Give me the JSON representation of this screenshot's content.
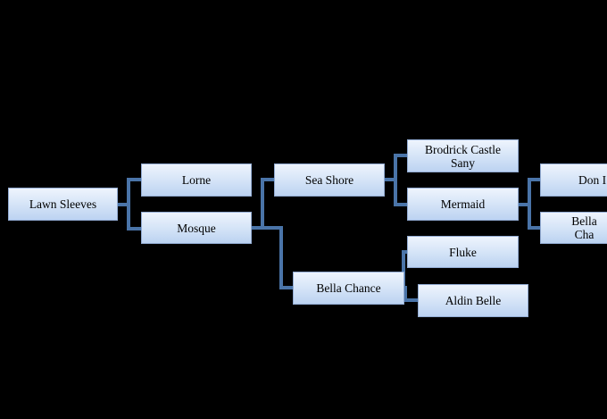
{
  "colors": {
    "background": "#000000",
    "connector": "#4a74a8",
    "node_fill": "#d8e6f8",
    "node_border": "#93acd3"
  },
  "nodes": {
    "lawn_sleeves": "Lawn Sleeves",
    "lorne": "Lorne",
    "mosque": "Mosque",
    "sea_shore": "Sea Shore",
    "bella_chance_1": "Bella Chance",
    "brodrick_castle_sany": "Brodrick Castle\nSany",
    "mermaid": "Mermaid",
    "fluke": "Fluke",
    "aldin_belle": "Aldin Belle",
    "don_partial": "Don I",
    "bella_chance_2_partial": "Bella Cha"
  },
  "relationships": [
    {
      "parent": "Lawn Sleeves",
      "children": [
        "Lorne",
        "Mosque"
      ]
    },
    {
      "parent": "Mosque",
      "children": [
        "Sea Shore",
        "Bella Chance"
      ]
    },
    {
      "parent": "Sea Shore",
      "children": [
        "Brodrick Castle Sany",
        "Mermaid"
      ]
    },
    {
      "parent": "Bella Chance",
      "children": [
        "Fluke",
        "Aldin Belle"
      ]
    },
    {
      "parent": "Mermaid",
      "children": [
        "Don I",
        "Bella Cha"
      ]
    }
  ]
}
